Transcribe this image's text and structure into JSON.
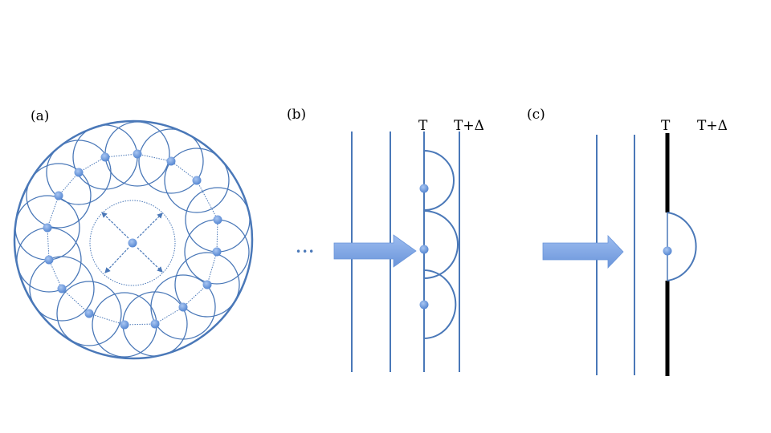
{
  "panels": {
    "a": {
      "label": "(a)"
    },
    "b": {
      "label": "(b)",
      "ellipsis": "•••",
      "t_label": "T",
      "t_delta_label": "T+Δ"
    },
    "c": {
      "label": "(c)",
      "t_label": "T",
      "t_delta_label": "T+Δ"
    }
  },
  "colors": {
    "line": "#4a78b8",
    "node": "#6e9de0",
    "arrow": "#7ea7e6",
    "barrier": "#000000"
  }
}
